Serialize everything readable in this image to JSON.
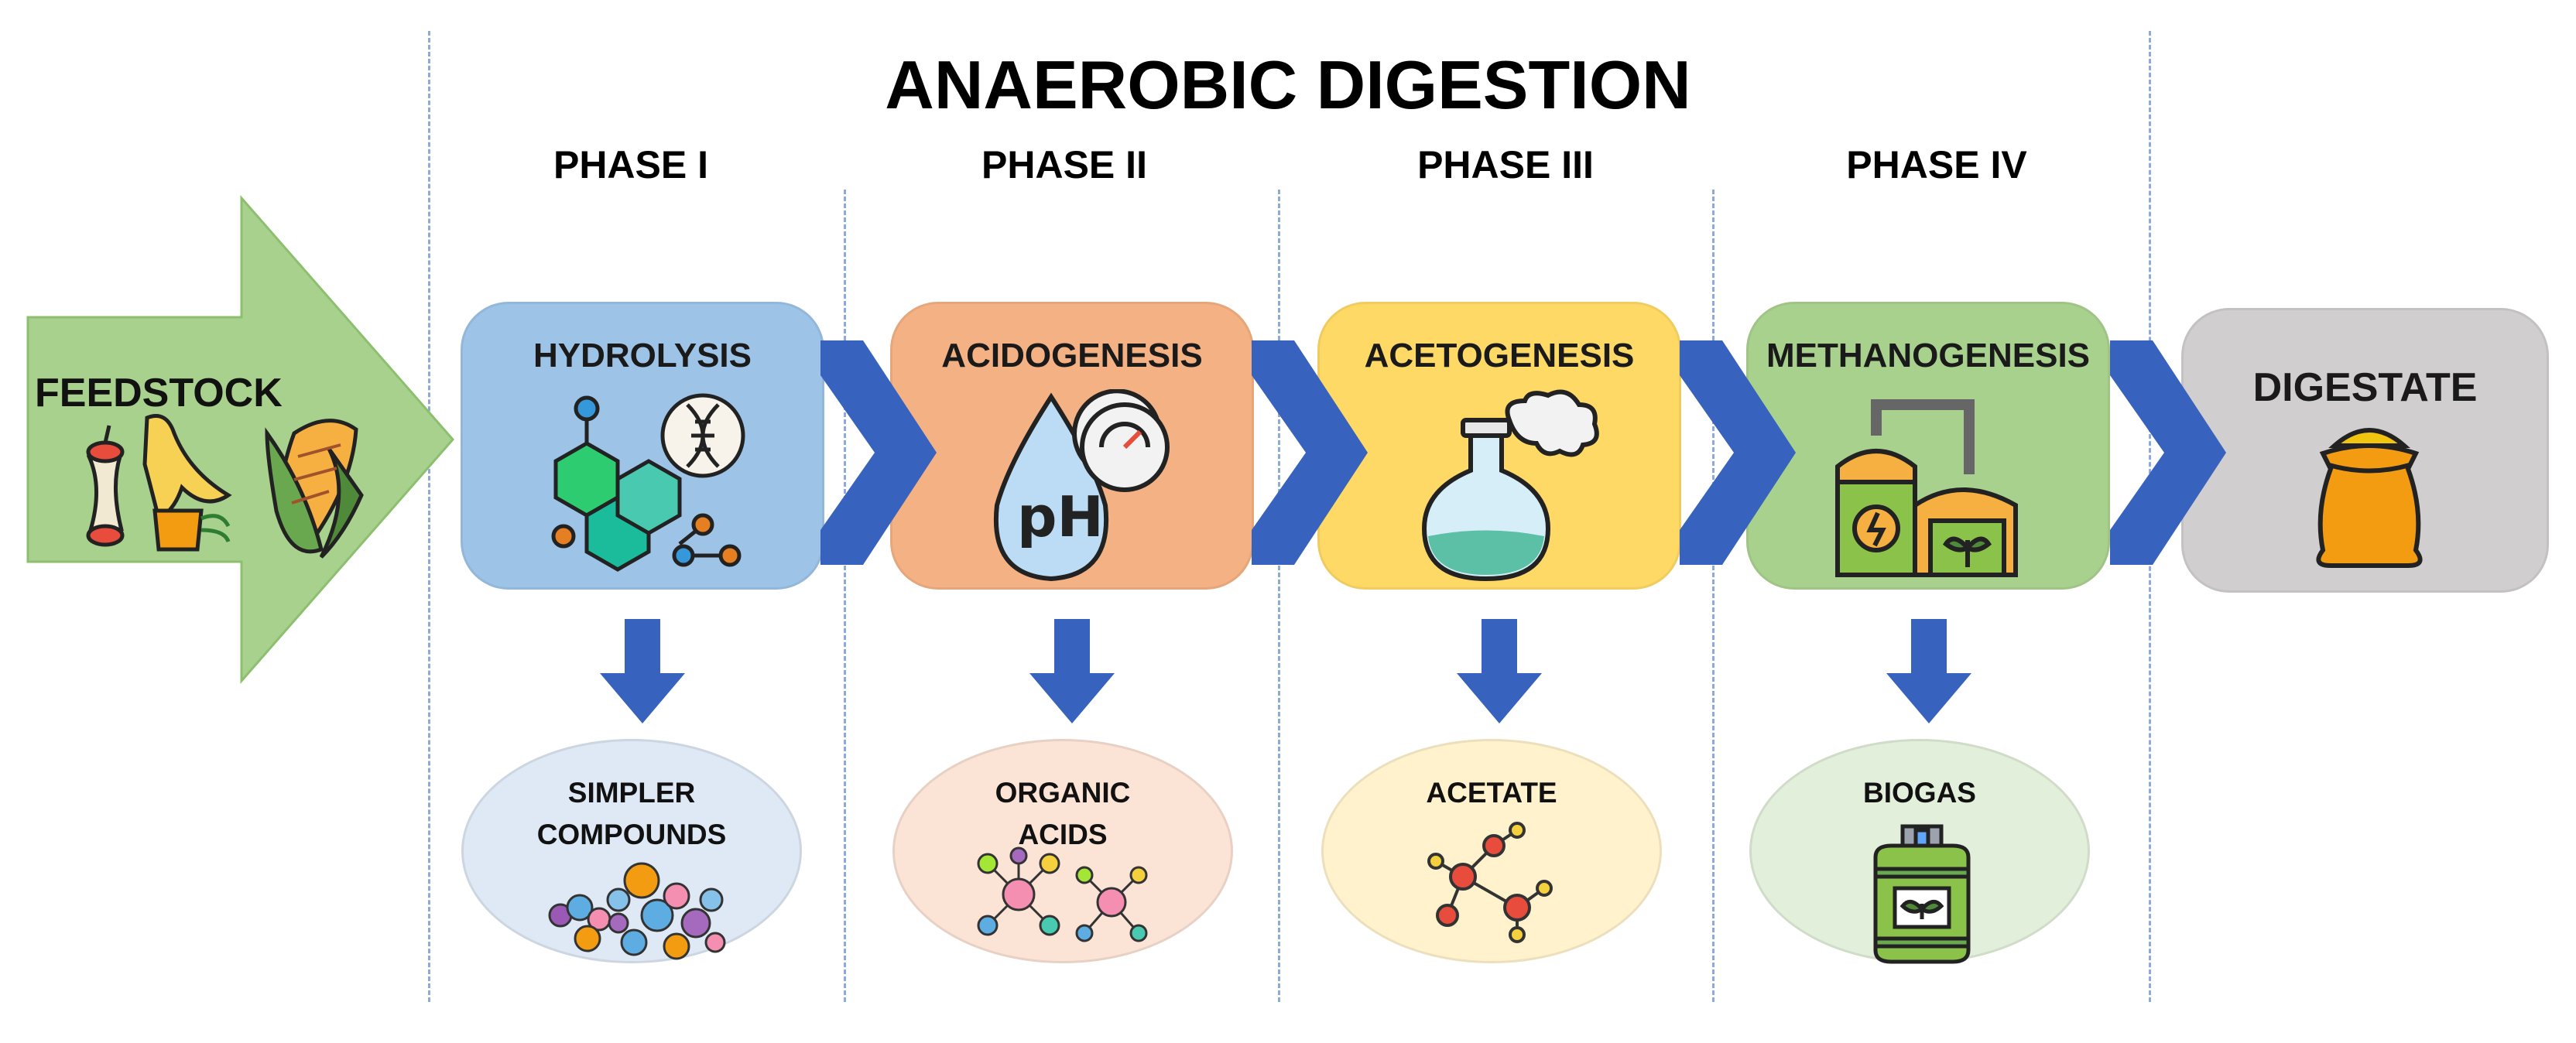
{
  "title": "ANAEROBIC DIGESTION",
  "feedstock": {
    "label": "FEEDSTOCK",
    "icon": "food-waste-and-corn-icon"
  },
  "phases": [
    {
      "label": "PHASE I",
      "process": "HYDROLYSIS",
      "product": "SIMPLER COMPOUNDS",
      "process_icon": "molecule-dna-icon",
      "product_icon": "molecules-icon"
    },
    {
      "label": "PHASE II",
      "process": "ACIDOGENESIS",
      "product": "ORGANIC ACIDS",
      "process_icon": "ph-drop-gauge-icon",
      "product_icon": "acid-molecules-icon"
    },
    {
      "label": "PHASE III",
      "process": "ACETOGENESIS",
      "product": "ACETATE",
      "process_icon": "flask-icon",
      "product_icon": "acetate-molecule-icon"
    },
    {
      "label": "PHASE IV",
      "process": "METHANOGENESIS",
      "product": "BIOGAS",
      "process_icon": "biogas-plant-icon",
      "product_icon": "gas-cylinder-icon"
    }
  ],
  "digestate": {
    "label": "DIGESTATE",
    "icon": "sack-icon"
  },
  "colors": {
    "feedstock_arrow": "#a9d18e",
    "hydrolysis": "#9dc3e6",
    "acidogenesis": "#f4b183",
    "acetogenesis": "#ffd966",
    "methanogenesis": "#a9d18e",
    "digestate": "#d0cece",
    "arrows": "#3762bd",
    "dividers": "#8eaadb",
    "product_ellipses": [
      "#dee9f5",
      "#fbe3d5",
      "#fff2cc",
      "#e2efda"
    ]
  }
}
